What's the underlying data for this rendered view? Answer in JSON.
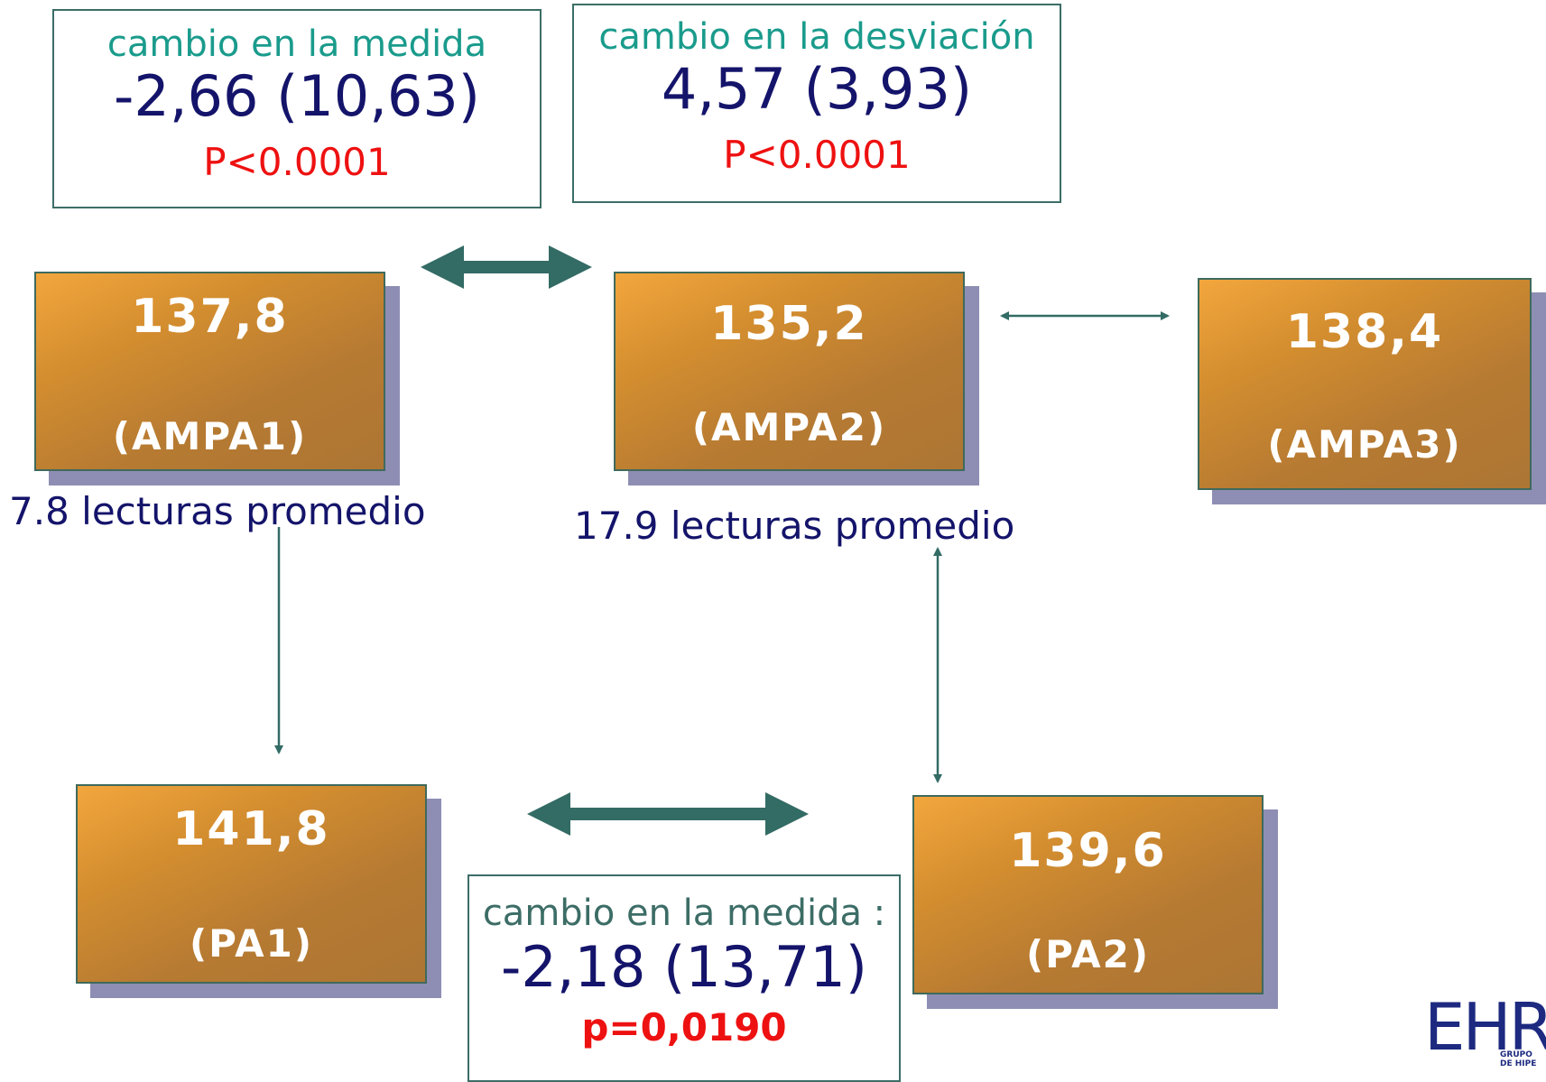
{
  "top_left_stat": {
    "label": "cambio en la medida",
    "value": "-2,66 (10,63)",
    "p": "P<0.0001"
  },
  "top_right_stat": {
    "label": "cambio en la desviación",
    "value": "4,57 (3,93)",
    "p": "P<0.0001"
  },
  "bottom_stat": {
    "label": "cambio en la medida :",
    "value": "-2,18 (13,71)",
    "p": "p=0,0190"
  },
  "measurements": {
    "ampa1": {
      "value": "137,8",
      "label": "(AMPA1)"
    },
    "ampa2": {
      "value": "135,2",
      "label": "(AMPA2)"
    },
    "ampa3": {
      "value": "138,4",
      "label": "(AMPA3)"
    },
    "pa1": {
      "value": "141,8",
      "label": "(PA1)"
    },
    "pa2": {
      "value": "139,6",
      "label": "(PA2)"
    }
  },
  "readings": {
    "ampa1": "7.8 lecturas promedio",
    "ampa2": "17.9 lecturas promedio"
  },
  "logo": {
    "text": "EHR",
    "subtitle_line1": "GRUPO",
    "subtitle_line2": "DE HIPE"
  },
  "colors": {
    "arrow": "#336b65",
    "box_top": "#f3a63d",
    "box_bottom": "#ad7634",
    "shadow": "#8e8eb4",
    "accent_teal": "#1a9b8c",
    "value_navy": "#14146b",
    "p_red": "#ee1111"
  }
}
